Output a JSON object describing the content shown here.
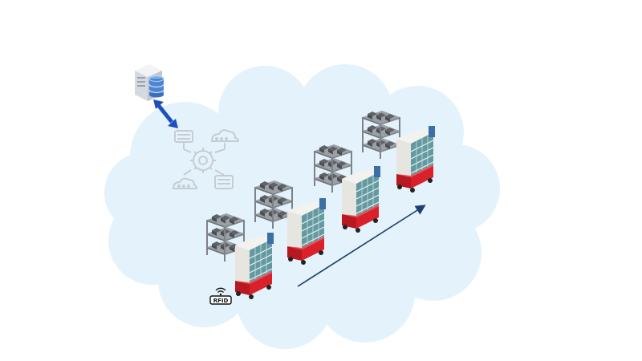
{
  "colors": {
    "cloud": "#e4f3fb",
    "server_body": "#dfe3e8",
    "database": "#5b8fd6",
    "link_arrow": "#1e4fbf",
    "network_icons": "#c7ccd3",
    "shelf": "#7d8288",
    "cart_red": "#d8212b",
    "cart_shelf": "#4a8a92",
    "flow_arrow": "#1d3f73"
  },
  "icons": {
    "server": "server-database-icon",
    "link": "bidirectional-arrow-icon",
    "network": "cloud-network-gear-icon",
    "rfid": "rfid-tag-icon",
    "shelf": "storage-shelf-icon",
    "cart": "picking-cart-robot-icon",
    "flow": "direction-arrow-icon"
  },
  "rfid_label": "RFID",
  "stations": [
    {
      "id": "station-1"
    },
    {
      "id": "station-2"
    },
    {
      "id": "station-3"
    },
    {
      "id": "station-4"
    }
  ]
}
